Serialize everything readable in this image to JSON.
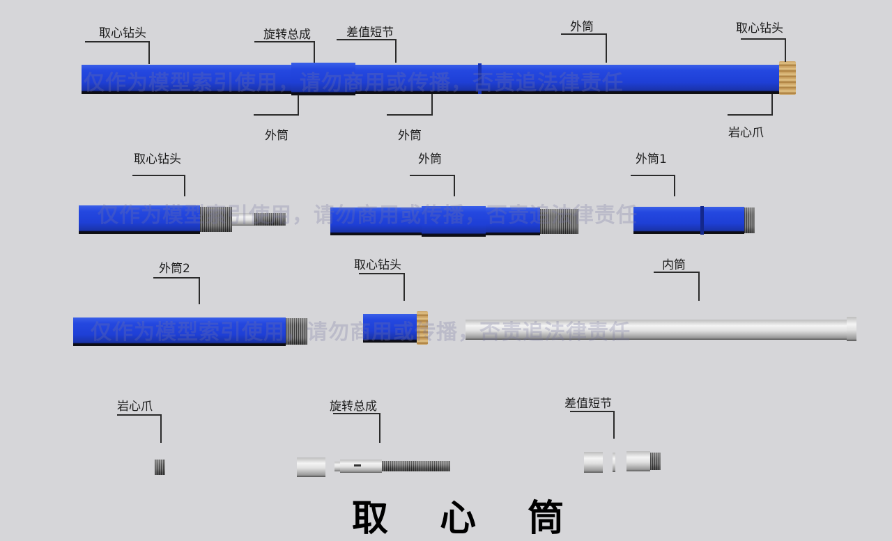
{
  "title": "取 心 筒",
  "watermark": "仅作为模型索引使用，请勿商用或传播，否责追法律责任",
  "assembly": {
    "labels": {
      "bit_left": "取心钻头",
      "swivel": "旋转总成",
      "diff_sub": "差值短节",
      "outer_top": "外筒",
      "bit_right": "取心钻头",
      "outer_bottom_1": "外筒",
      "outer_bottom_2": "外筒",
      "core_catcher": "岩心爪"
    }
  },
  "parts_row2": {
    "bit": "取心钻头",
    "outer": "外筒",
    "outer1": "外筒1"
  },
  "parts_row3": {
    "outer2": "外筒2",
    "bit": "取心钻头",
    "inner": "内筒"
  },
  "parts_row4": {
    "core_catcher": "岩心爪",
    "swivel": "旋转总成",
    "diff_sub": "差值短节"
  },
  "colors": {
    "tube": "#2448e0",
    "background": "#d6d6d9",
    "bit": "#c9a060"
  }
}
